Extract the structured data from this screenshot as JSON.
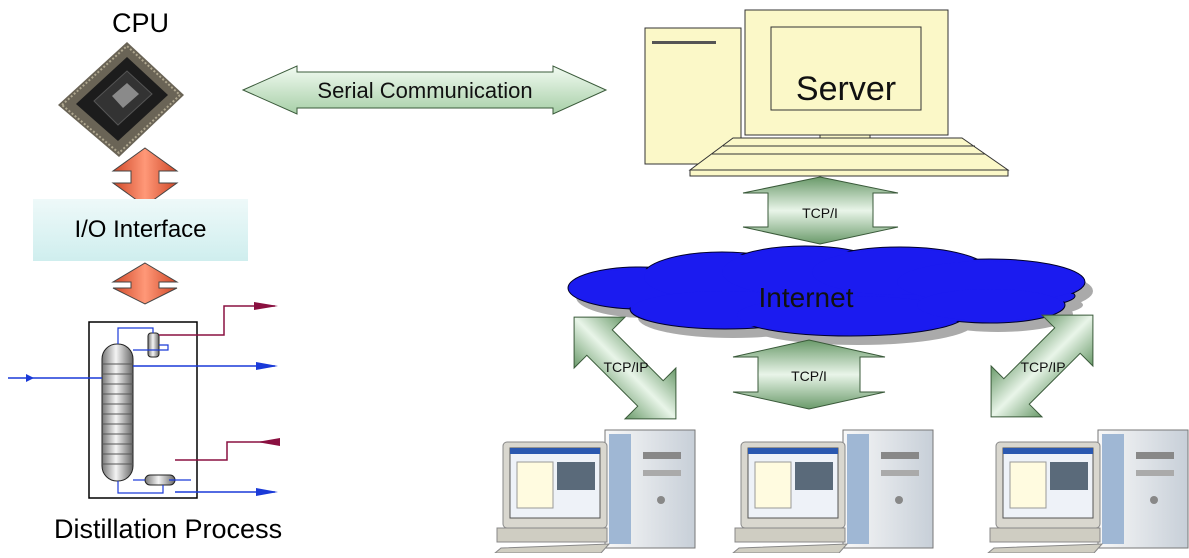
{
  "cpu": {
    "label": "CPU"
  },
  "io_interface": {
    "label": "I/O Interface"
  },
  "process": {
    "label": "Distillation Process"
  },
  "serial_link": {
    "label": "Serial Communication"
  },
  "server": {
    "label": "Server"
  },
  "internet": {
    "label": "Internet"
  },
  "links": {
    "server_internet": "TCP/I",
    "internet_client_left": "TCP/IP",
    "internet_client_center": "TCP/I",
    "internet_client_right": "TCP/IP"
  },
  "colors": {
    "cloud": "#1b1bf0",
    "tcp_arrow": "#c8e2c8",
    "io_arrow": "#f07858",
    "computer_beige": "#fbf8c8",
    "stream_blue": "#1a3ad8",
    "stream_maroon": "#8a1040"
  }
}
